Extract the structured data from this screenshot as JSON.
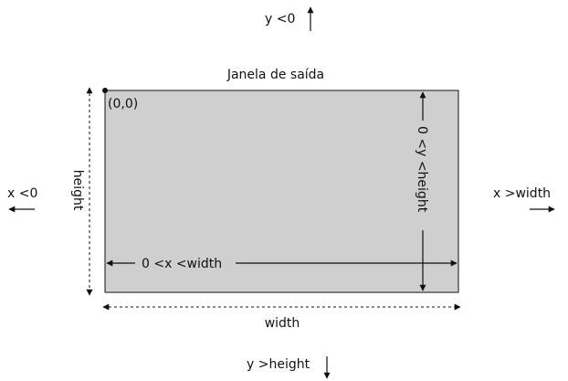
{
  "labels": {
    "window_title": "Janela de saída",
    "origin": "(0,0)",
    "y_above": "y <0",
    "y_below": "y >height",
    "x_left": "x <0",
    "x_right": "x >width",
    "height_side": "height",
    "width_bottom": "width",
    "x_inside": "0 <x <width",
    "y_inside": "0 <y <height"
  },
  "colors": {
    "window_fill": "#cfcfcf",
    "stroke": "#111111"
  }
}
